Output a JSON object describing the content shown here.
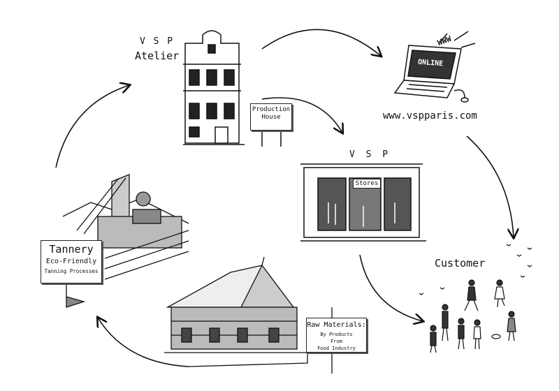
{
  "atelier": {
    "brand": "V S P",
    "label": "Atelier",
    "sign": "Production House"
  },
  "online": {
    "www": "WWW",
    "screen": "ONLINE",
    "url": "www.vspparis.com"
  },
  "stores": {
    "brand": "V S P",
    "sign": "Stores"
  },
  "customer": {
    "label": "Customer"
  },
  "tannery": {
    "title": "Tannery",
    "line1": "Eco-Friendly",
    "line2": "Tanning Processes"
  },
  "raw": {
    "title": "Raw Materials:",
    "line1": "By Products",
    "line2": "From",
    "line3": "Food Industry"
  },
  "colors": {
    "ink": "#111111",
    "background": "#ffffff"
  }
}
